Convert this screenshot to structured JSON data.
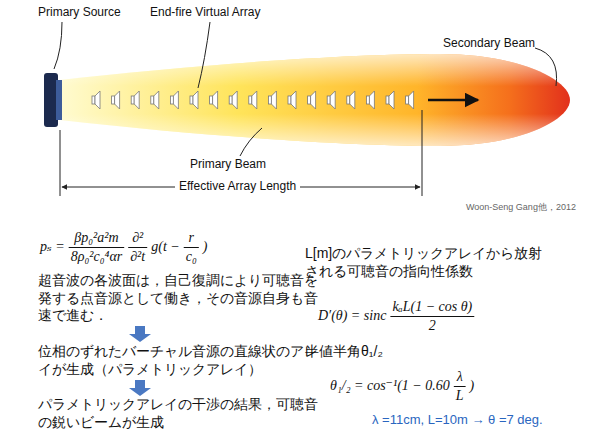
{
  "diagram": {
    "labels": [
      "Primary Source",
      "End-fire Virtual Array",
      "Secondary Beam",
      "Primary Beam",
      "Effective Array Length",
      "Woon-Seng Gang他，2012",
      "pₛ =",
      "βp₀²a²m",
      "8ρ₀²c₀⁴αr",
      "∂²",
      "∂²t",
      "g(t −",
      "r",
      "c₀",
      ")",
      "超音波の各波面は，自己復調により可聴音を発する点音源として働き，その音源自身も音速で進む．",
      "位相のずれたバーチャル音源の直線状のアレイが生成（パラメトリックアレイ）",
      "パラメトリックアレイの干渉の結果，可聴音の鋭いビームが生成",
      "L[m]のパラメトリックアレイから放射される可聴音の指向性係数",
      "D′(θ) = sinc",
      "kₐL(1 − cos θ)",
      "2",
      "半値半角θ₁/₂",
      "θ₁/₂ = cos⁻¹(1 − 0.60",
      "λ",
      "L",
      ")",
      "λ =11cm, L=10m → θ =7 deg."
    ]
  }
}
